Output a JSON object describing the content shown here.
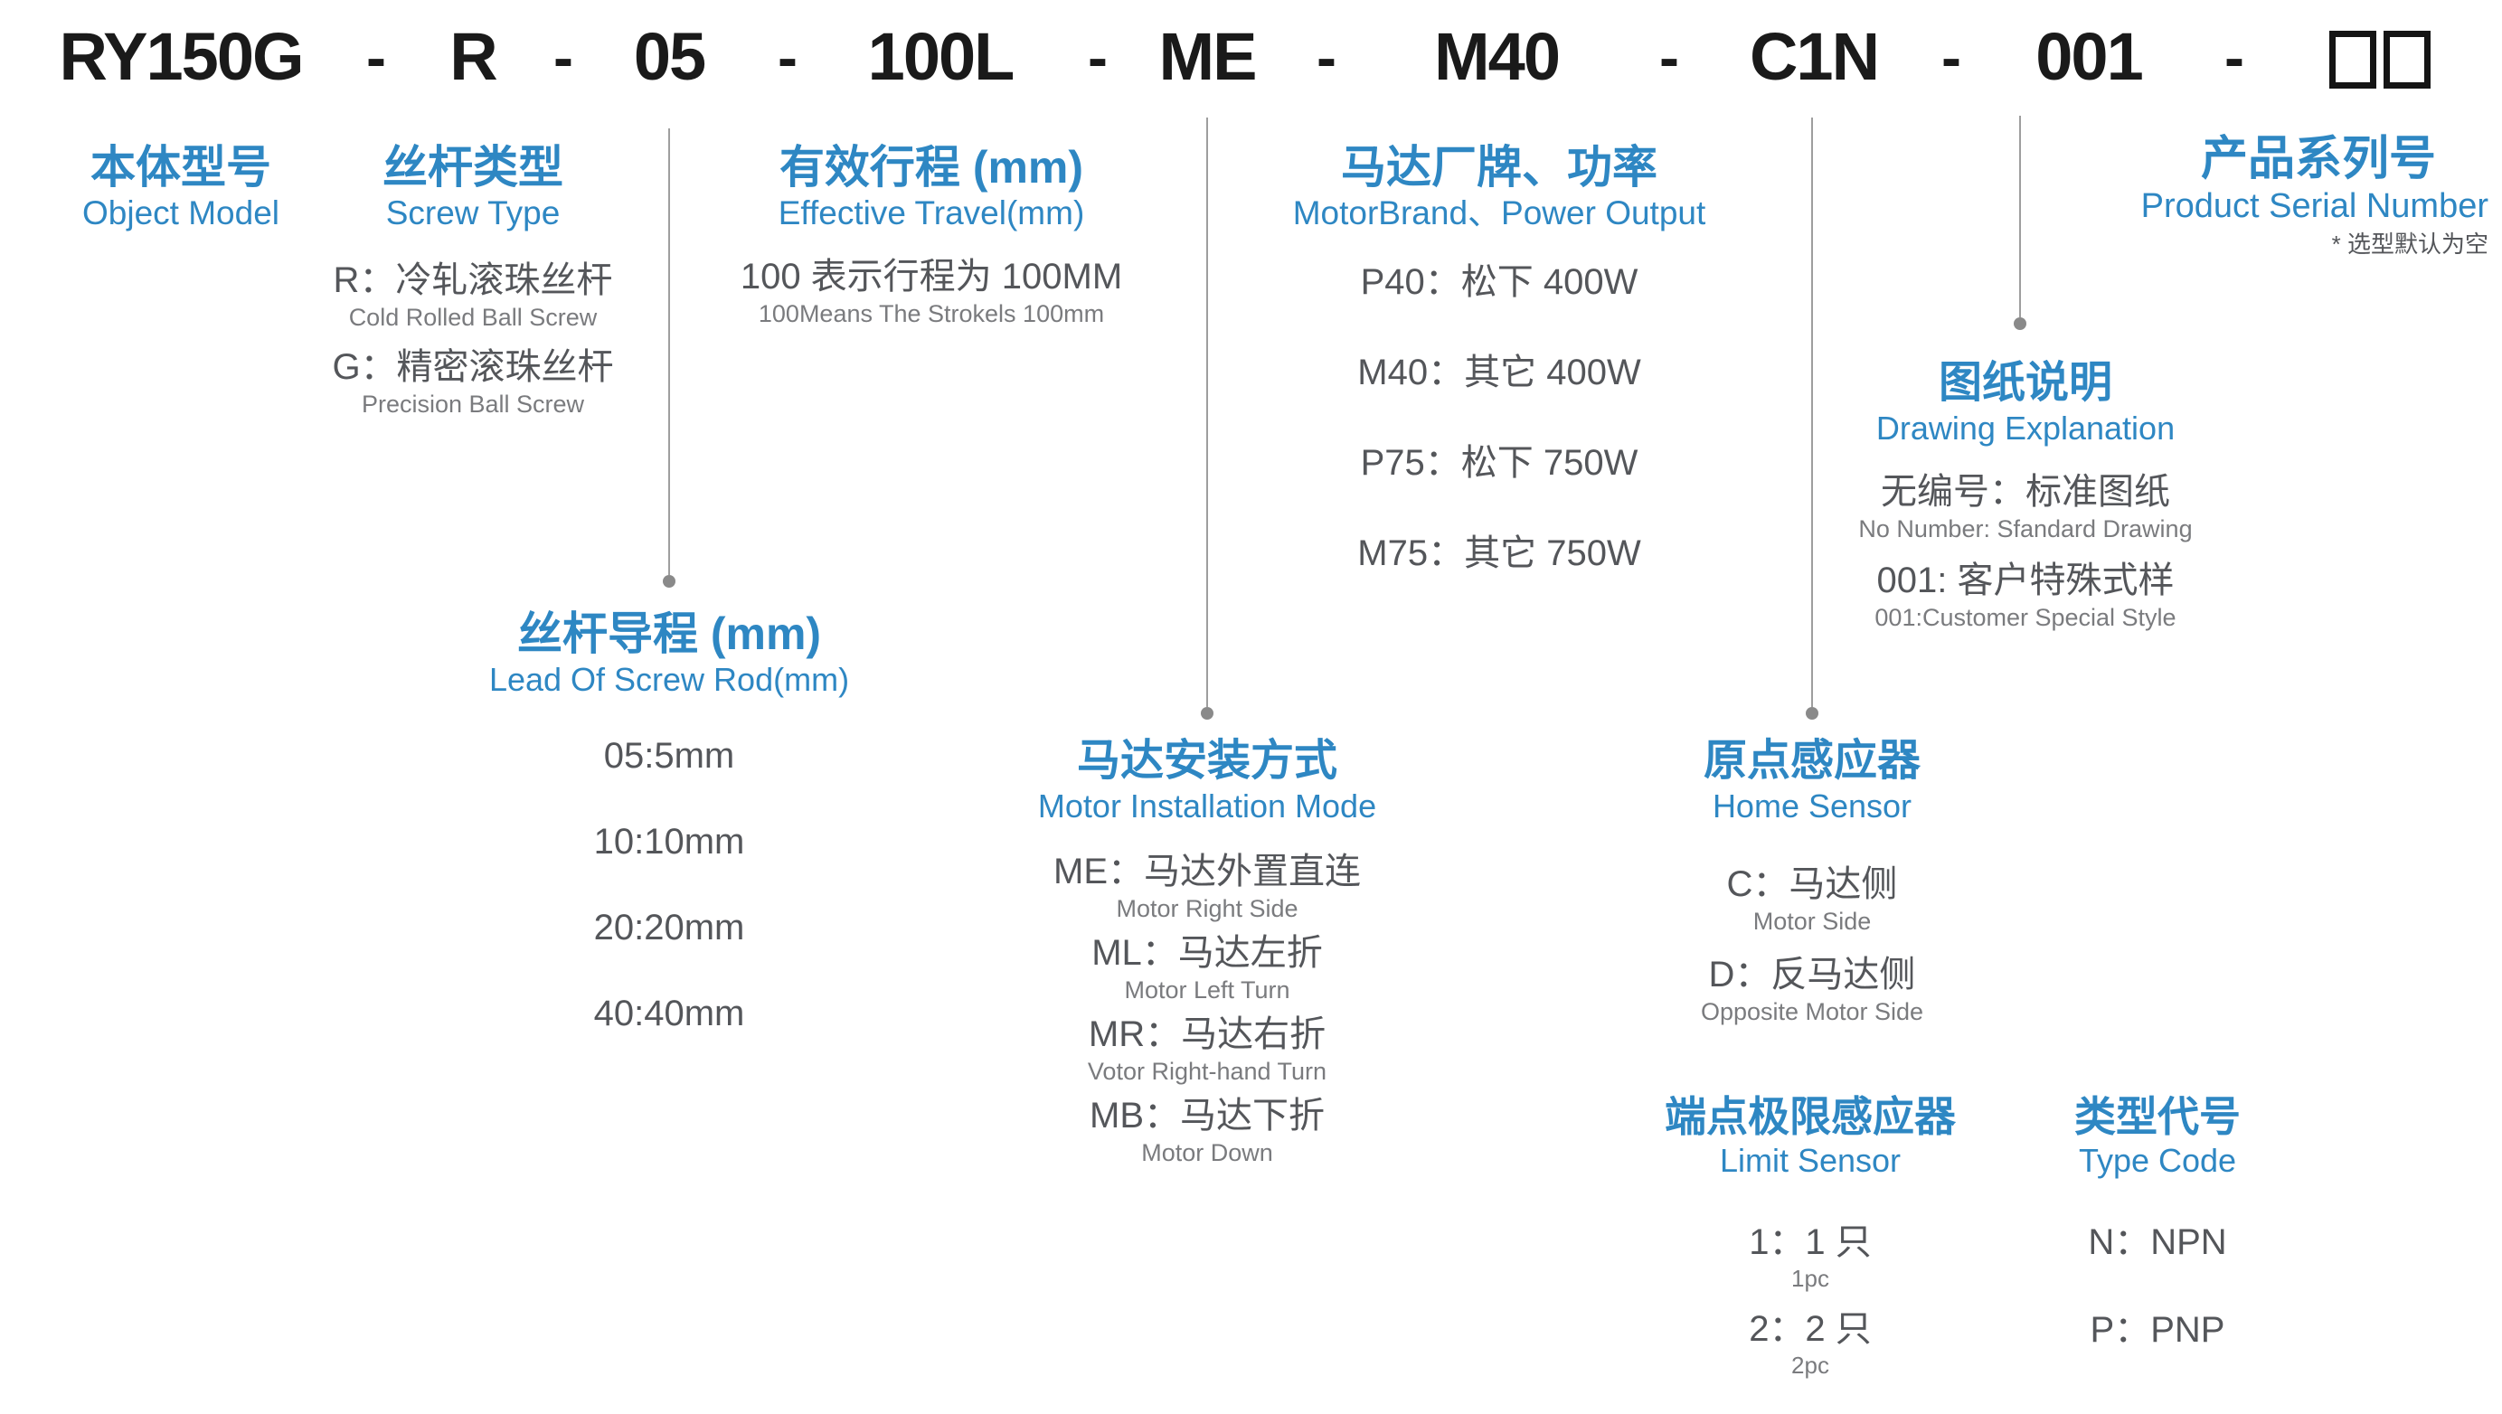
{
  "colors": {
    "accent_blue": "#2E87C3",
    "code_text": "#1A1A1A",
    "item_dark": "#54565A",
    "item_light": "#7A7B7E",
    "connector_line": "#9E9E9E"
  },
  "model_code": {
    "separator": "-",
    "segments": [
      "RY150G",
      "R",
      "05",
      "100L",
      "ME",
      "M40",
      "C1N",
      "001"
    ],
    "placeholder_boxes": 2
  },
  "sections": {
    "object_model": {
      "title_cn": "本体型号",
      "title_en": "Object Model"
    },
    "screw_type": {
      "title_cn": "丝杆类型",
      "title_en": "Screw Type",
      "items": [
        {
          "cn": "R：冷轧滚珠丝杆",
          "en": "Cold Rolled Ball Screw"
        },
        {
          "cn": "G：精密滚珠丝杆",
          "en": "Precision Ball Screw"
        }
      ]
    },
    "effective_travel": {
      "title_cn": "有效行程 (mm)",
      "title_en": "Effective Travel(mm)",
      "items": [
        {
          "cn": "100 表示行程为 100MM",
          "en": "100Means The Strokels 100mm"
        }
      ]
    },
    "motor_brand": {
      "title_cn": "马达厂牌、功率",
      "title_en": "MotorBrand、Power Output",
      "items": [
        {
          "cn": "P40：松下 400W"
        },
        {
          "cn": "M40：其它 400W"
        },
        {
          "cn": "P75：松下 750W"
        },
        {
          "cn": "M75：其它 750W"
        }
      ]
    },
    "serial_number": {
      "title_cn": "产品系列号",
      "title_en": "Product Serial Number",
      "note": "* 选型默认为空"
    },
    "drawing_explanation": {
      "title_cn": "图纸说明",
      "title_en": "Drawing Explanation",
      "items": [
        {
          "cn": "无编号：标准图纸",
          "en": "No Number: Sfandard Drawing"
        },
        {
          "cn": "001: 客户特殊式样",
          "en": "001:Customer Special Style"
        }
      ]
    },
    "screw_lead": {
      "title_cn": "丝杆导程 (mm)",
      "title_en": "Lead Of Screw Rod(mm)",
      "items": [
        {
          "cn": "05:5mm"
        },
        {
          "cn": "10:10mm"
        },
        {
          "cn": "20:20mm"
        },
        {
          "cn": "40:40mm"
        }
      ]
    },
    "motor_installation": {
      "title_cn": "马达安装方式",
      "title_en": "Motor Installation Mode",
      "items": [
        {
          "cn": "ME：马达外置直连",
          "en": "Motor Right Side"
        },
        {
          "cn": "ML：马达左折",
          "en": "Motor Left Turn"
        },
        {
          "cn": "MR：马达右折",
          "en": "Votor Right-hand Turn"
        },
        {
          "cn": "MB：马达下折",
          "en": "Motor Down"
        }
      ]
    },
    "home_sensor": {
      "title_cn": "原点感应器",
      "title_en": "Home Sensor",
      "items": [
        {
          "cn": "C：马达侧",
          "en": "Motor Side"
        },
        {
          "cn": "D：反马达侧",
          "en": "Opposite Motor Side"
        }
      ]
    },
    "limit_sensor": {
      "title_cn": "端点极限感应器",
      "title_en": "Limit Sensor",
      "items": [
        {
          "cn": "1：1 只",
          "en": "1pc"
        },
        {
          "cn": "2：2 只",
          "en": "2pc"
        }
      ]
    },
    "type_code": {
      "title_cn": "类型代号",
      "title_en": "Type Code",
      "items": [
        {
          "cn": "N：NPN"
        },
        {
          "cn": "P：PNP"
        }
      ]
    }
  }
}
